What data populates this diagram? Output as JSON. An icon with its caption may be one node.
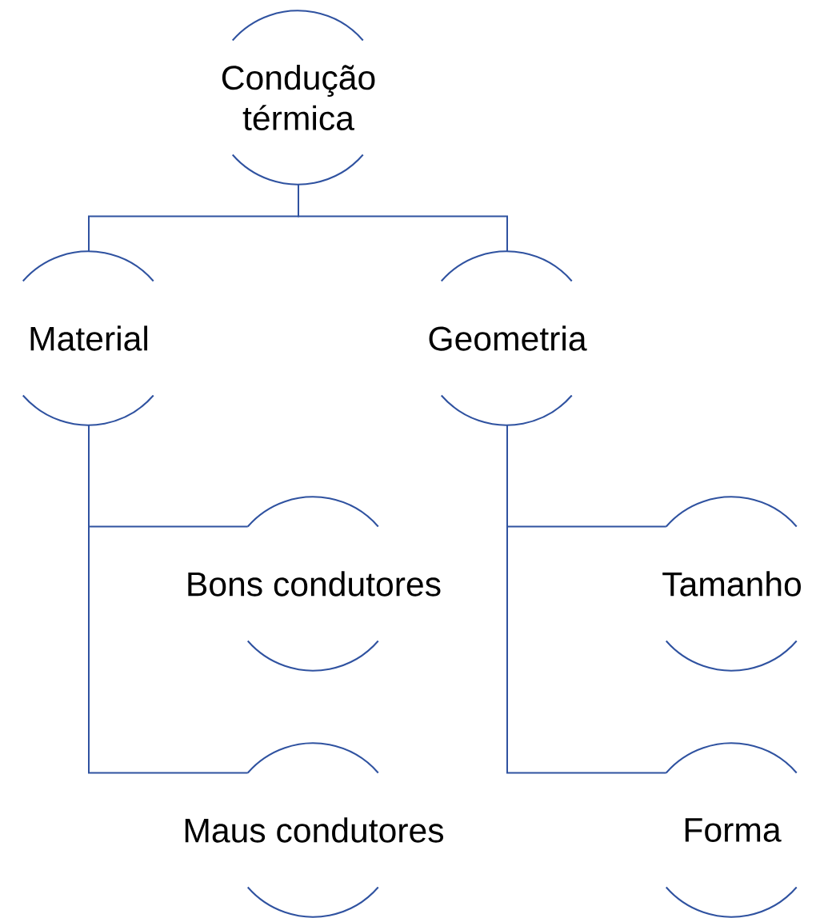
{
  "diagram": {
    "nodes": [
      {
        "text": [
          "Condução térmica"
        ]
      },
      {
        "text": [
          "Material"
        ]
      },
      {
        "text": [
          "Geometria"
        ]
      },
      {
        "text": [
          "Bons condutores"
        ]
      },
      {
        "text": [
          "Maus condutores"
        ]
      },
      {
        "text": [
          "Tamanho"
        ]
      },
      {
        "text": [
          "Forma"
        ]
      }
    ],
    "edges": [
      {
        "from": 0,
        "to": 1,
        "arrow": "none"
      },
      {
        "from": 0,
        "to": 2,
        "arrow": "none"
      },
      {
        "from": 1,
        "to": 3,
        "arrow": "none"
      },
      {
        "from": 1,
        "to": 4,
        "arrow": "none"
      },
      {
        "from": 2,
        "to": 5,
        "arrow": "none"
      },
      {
        "from": 2,
        "to": 6,
        "arrow": "none"
      }
    ]
  }
}
